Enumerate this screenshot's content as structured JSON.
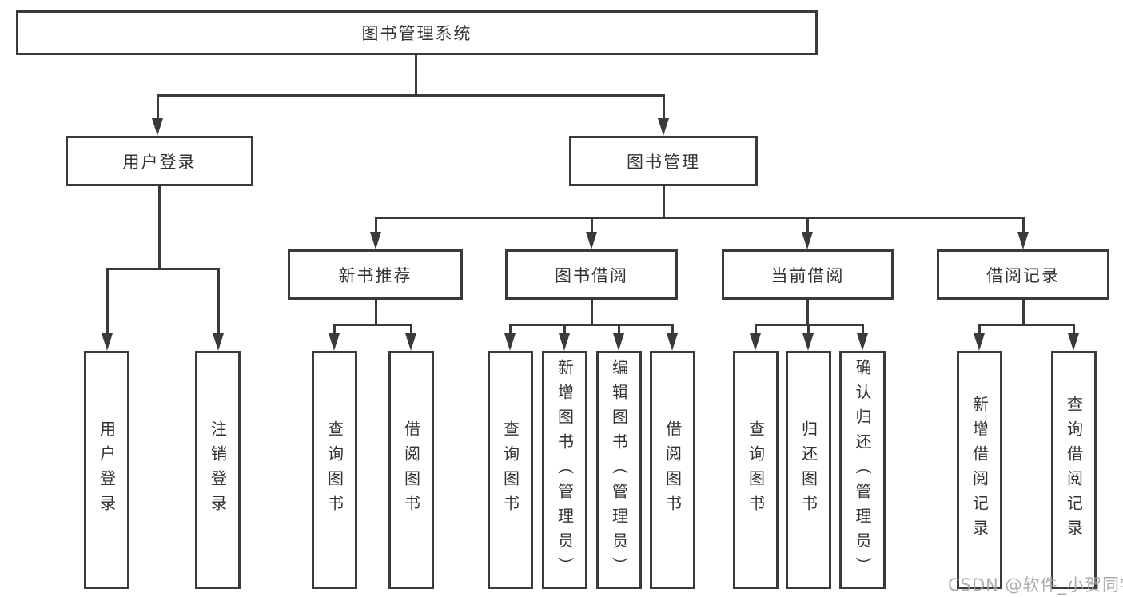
{
  "diagram": {
    "type": "hierarchy",
    "root": {
      "label": "图书管理系统"
    },
    "branches": [
      {
        "label": "用户登录",
        "children": [
          {
            "label": "用户登录"
          },
          {
            "label": "注销登录"
          }
        ]
      },
      {
        "label": "图书管理",
        "children": [
          {
            "label": "新书推荐",
            "children": [
              {
                "label": "查询图书"
              },
              {
                "label": "借阅图书"
              }
            ]
          },
          {
            "label": "图书借阅",
            "children": [
              {
                "label": "查询图书"
              },
              {
                "label": "新增图书（管理员）"
              },
              {
                "label": "编辑图书（管理员）"
              },
              {
                "label": "借阅图书"
              }
            ]
          },
          {
            "label": "当前借阅",
            "children": [
              {
                "label": "查询图书"
              },
              {
                "label": "归还图书"
              },
              {
                "label": "确认归还（管理员）"
              }
            ]
          },
          {
            "label": "借阅记录",
            "children": [
              {
                "label": "新增借阅记录"
              },
              {
                "label": "查询借阅记录"
              }
            ]
          }
        ]
      }
    ]
  },
  "watermark": {
    "text": "CSDN @软件_小贺同学"
  },
  "colors": {
    "line": "#3a3a3a",
    "node_border": "#3a3a3a",
    "node_background": "#ffffff",
    "text": "#333333",
    "watermark": "#a4a4a4",
    "background": "#ffffff"
  }
}
